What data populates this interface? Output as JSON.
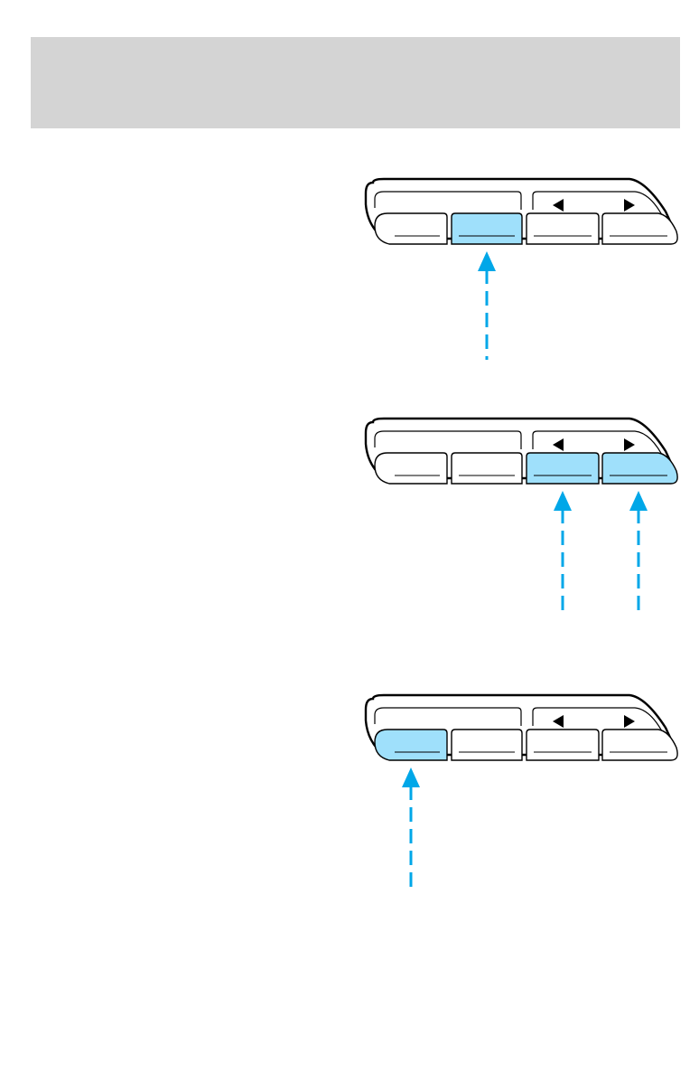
{
  "colors": {
    "header_band": "#d4d4d4",
    "highlight": "#9fe0fb",
    "arrow": "#00a7e8",
    "outline": "#000000"
  },
  "figures": [
    {
      "name": "figure-1",
      "highlighted_buttons": [
        2
      ],
      "arrows": [
        2
      ]
    },
    {
      "name": "figure-2",
      "highlighted_buttons": [
        3,
        4
      ],
      "arrows": [
        3,
        4
      ]
    },
    {
      "name": "figure-3",
      "highlighted_buttons": [
        1
      ],
      "arrows": [
        1
      ]
    }
  ],
  "icons": {
    "left": "arrow-left-icon",
    "right": "arrow-right-icon"
  }
}
